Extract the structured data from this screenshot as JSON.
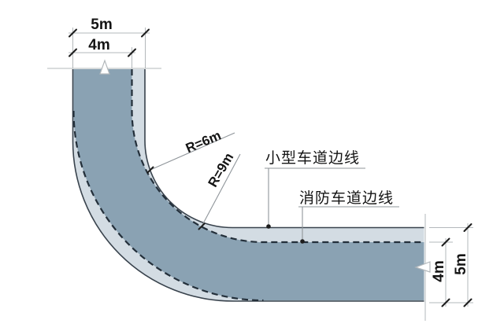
{
  "colors": {
    "road_fill": "#d3dce3",
    "fire_fill": "#8aa2b3",
    "edge": "#39434d",
    "dash": "#232f3a",
    "dim_line": "#b3b8bb",
    "leader": "#8f959a",
    "tick": "#1d1d1d",
    "text": "#141414"
  },
  "dimensions": {
    "top": {
      "total_width": "5m",
      "fire_lane_width": "4m"
    },
    "right": {
      "fire_lane_width": "4m",
      "total_width": "5m"
    }
  },
  "radii": {
    "small_lane": "R=6m",
    "fire_lane": "R=9m"
  },
  "labels": {
    "small_lane_edge": "小型车道边线",
    "fire_lane_edge": "消防车道边线"
  }
}
